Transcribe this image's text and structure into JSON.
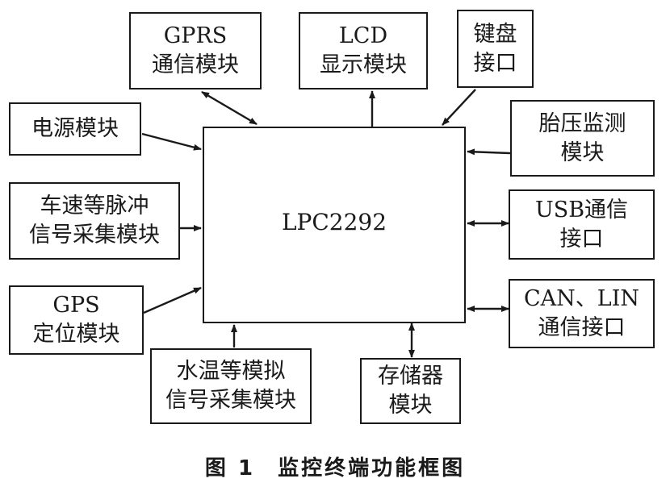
{
  "processor": {
    "label": "LPC2292"
  },
  "modules": {
    "gprs": {
      "line1": "GPRS",
      "line2": "通信模块"
    },
    "lcd": {
      "line1": "LCD",
      "line2": "显示模块"
    },
    "keyboard": {
      "line1": "键盘",
      "line2": "接口"
    },
    "power": {
      "line1": "电源模块"
    },
    "pulse": {
      "line1": "车速等脉冲",
      "line2": "信号采集模块"
    },
    "gps": {
      "line1": "GPS",
      "line2": "定位模块"
    },
    "analog": {
      "line1": "水温等模拟",
      "line2": "信号采集模块"
    },
    "storage": {
      "line1": "存储器",
      "line2": "模块"
    },
    "tire": {
      "line1": "胎压监测",
      "line2": "模块"
    },
    "usb": {
      "line1": "USB通信",
      "line2": "接口"
    },
    "can": {
      "line1": "CAN、LIN",
      "line2": "通信接口"
    }
  },
  "caption": {
    "figure": "图 1",
    "title": "监控终端功能框图"
  }
}
